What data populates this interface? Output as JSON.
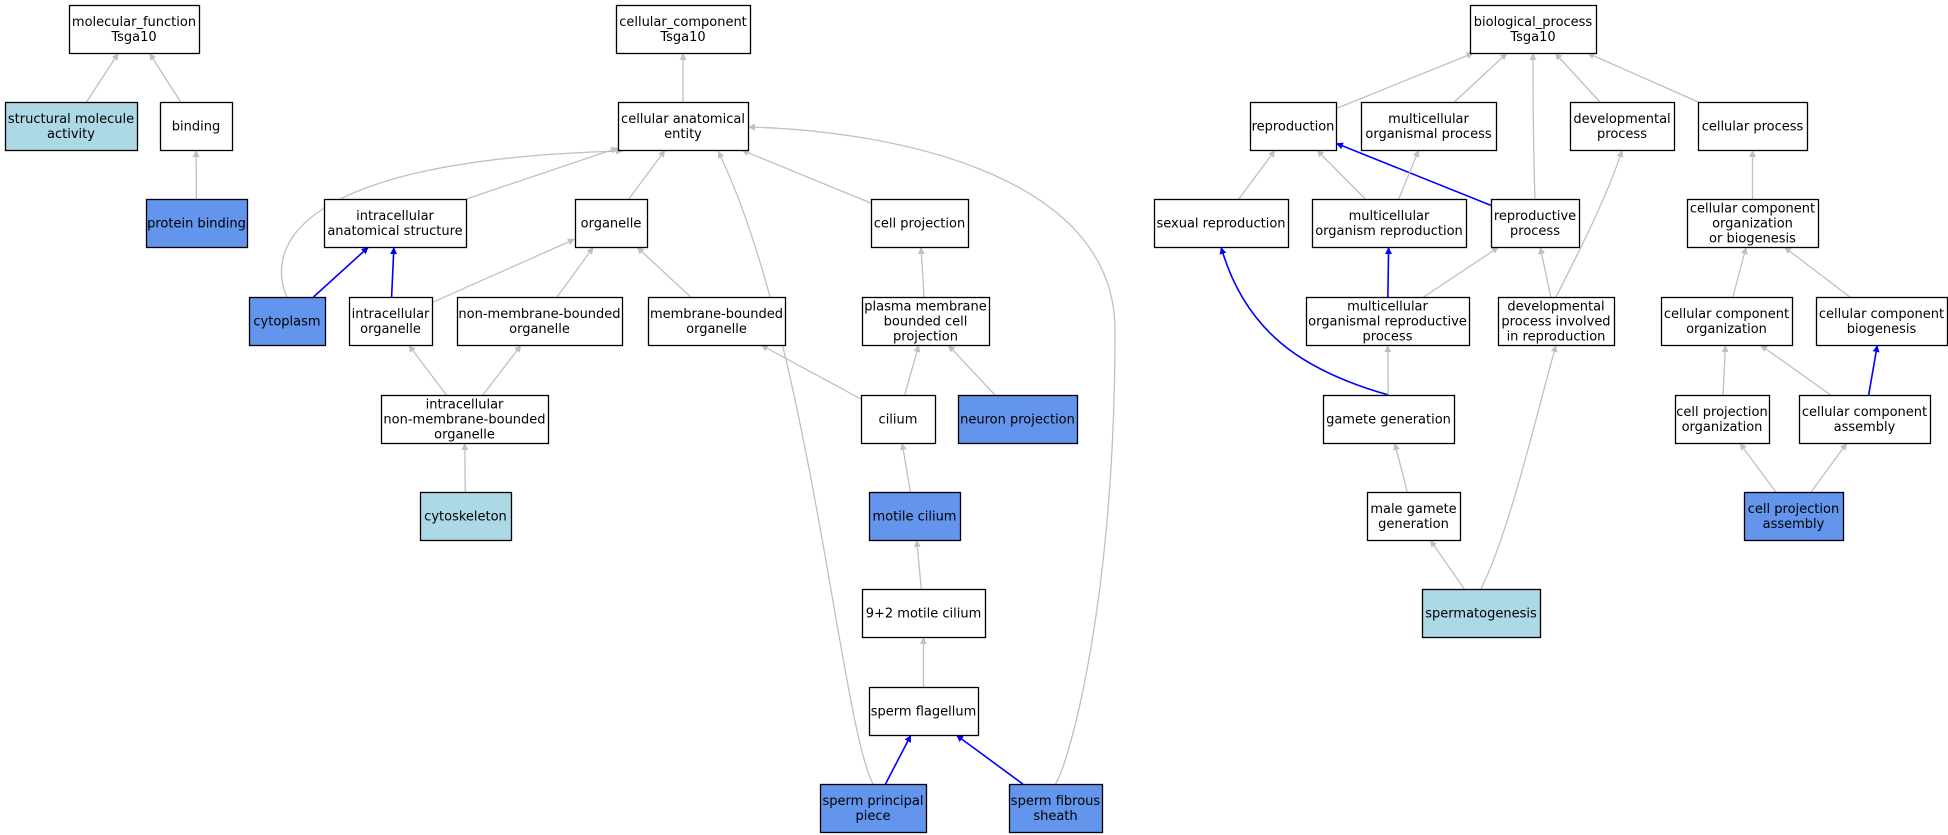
{
  "colors": {
    "white": "#ffffff",
    "light": "#add8e6",
    "dark": "#6495ed",
    "border": "#000000",
    "edge_gray": "#c0c0c0",
    "edge_blue": "#0000ff"
  },
  "nodes": [
    {
      "id": "mf",
      "lines": [
        "molecular_function",
        "Tsga10"
      ],
      "fill": "white"
    },
    {
      "id": "sma",
      "lines": [
        "structural molecule",
        "activity"
      ],
      "fill": "light"
    },
    {
      "id": "binding",
      "lines": [
        "binding"
      ],
      "fill": "white"
    },
    {
      "id": "pb",
      "lines": [
        "protein binding"
      ],
      "fill": "dark"
    },
    {
      "id": "cc",
      "lines": [
        "cellular_component",
        "Tsga10"
      ],
      "fill": "white"
    },
    {
      "id": "cae",
      "lines": [
        "cellular anatomical",
        "entity"
      ],
      "fill": "white"
    },
    {
      "id": "ias",
      "lines": [
        "intracellular",
        "anatomical structure"
      ],
      "fill": "white"
    },
    {
      "id": "organelle",
      "lines": [
        "organelle"
      ],
      "fill": "white"
    },
    {
      "id": "cellproj",
      "lines": [
        "cell projection"
      ],
      "fill": "white"
    },
    {
      "id": "cytoplasm",
      "lines": [
        "cytoplasm"
      ],
      "fill": "dark"
    },
    {
      "id": "io",
      "lines": [
        "intracellular",
        "organelle"
      ],
      "fill": "white"
    },
    {
      "id": "nmbo",
      "lines": [
        "non-membrane-bounded",
        "organelle"
      ],
      "fill": "white"
    },
    {
      "id": "mbo",
      "lines": [
        "membrane-bounded",
        "organelle"
      ],
      "fill": "white"
    },
    {
      "id": "pmbcp",
      "lines": [
        "plasma membrane",
        "bounded cell",
        "projection"
      ],
      "fill": "white"
    },
    {
      "id": "inmbo",
      "lines": [
        "intracellular",
        "non-membrane-bounded",
        "organelle"
      ],
      "fill": "white"
    },
    {
      "id": "cilium",
      "lines": [
        "cilium"
      ],
      "fill": "white"
    },
    {
      "id": "neuronproj",
      "lines": [
        "neuron projection"
      ],
      "fill": "dark"
    },
    {
      "id": "cytoskeleton",
      "lines": [
        "cytoskeleton"
      ],
      "fill": "light"
    },
    {
      "id": "motile",
      "lines": [
        "motile cilium"
      ],
      "fill": "dark"
    },
    {
      "id": "nineplustwo",
      "lines": [
        "9+2 motile cilium"
      ],
      "fill": "white"
    },
    {
      "id": "spermflag",
      "lines": [
        "sperm flagellum"
      ],
      "fill": "white"
    },
    {
      "id": "spp",
      "lines": [
        "sperm principal",
        "piece"
      ],
      "fill": "dark"
    },
    {
      "id": "sfs",
      "lines": [
        "sperm fibrous",
        "sheath"
      ],
      "fill": "dark"
    },
    {
      "id": "bp",
      "lines": [
        "biological_process",
        "Tsga10"
      ],
      "fill": "white"
    },
    {
      "id": "repro",
      "lines": [
        "reproduction"
      ],
      "fill": "white"
    },
    {
      "id": "mop",
      "lines": [
        "multicellular",
        "organismal process"
      ],
      "fill": "white"
    },
    {
      "id": "devproc",
      "lines": [
        "developmental",
        "process"
      ],
      "fill": "white"
    },
    {
      "id": "cellproc",
      "lines": [
        "cellular process"
      ],
      "fill": "white"
    },
    {
      "id": "sexrepro",
      "lines": [
        "sexual reproduction"
      ],
      "fill": "white"
    },
    {
      "id": "mor",
      "lines": [
        "multicellular",
        "organism reproduction"
      ],
      "fill": "white"
    },
    {
      "id": "reproproc",
      "lines": [
        "reproductive",
        "process"
      ],
      "fill": "white"
    },
    {
      "id": "ccob",
      "lines": [
        "cellular component",
        "organization",
        "or biogenesis"
      ],
      "fill": "white"
    },
    {
      "id": "morp",
      "lines": [
        "multicellular",
        "organismal reproductive",
        "process"
      ],
      "fill": "white"
    },
    {
      "id": "dpir",
      "lines": [
        "developmental",
        "process involved",
        "in reproduction"
      ],
      "fill": "white"
    },
    {
      "id": "cco",
      "lines": [
        "cellular component",
        "organization"
      ],
      "fill": "white"
    },
    {
      "id": "ccb",
      "lines": [
        "cellular component",
        "biogenesis"
      ],
      "fill": "white"
    },
    {
      "id": "gametegen",
      "lines": [
        "gamete generation"
      ],
      "fill": "white"
    },
    {
      "id": "cpo",
      "lines": [
        "cell projection",
        "organization"
      ],
      "fill": "white"
    },
    {
      "id": "cca",
      "lines": [
        "cellular component",
        "assembly"
      ],
      "fill": "white"
    },
    {
      "id": "mgg",
      "lines": [
        "male gamete",
        "generation"
      ],
      "fill": "white"
    },
    {
      "id": "cpa",
      "lines": [
        "cell projection",
        "assembly"
      ],
      "fill": "dark"
    },
    {
      "id": "spermatogenesis",
      "lines": [
        "spermatogenesis"
      ],
      "fill": "light"
    }
  ],
  "edges": [
    {
      "from": "sma",
      "to": "mf",
      "color": "gray"
    },
    {
      "from": "binding",
      "to": "mf",
      "color": "gray"
    },
    {
      "from": "pb",
      "to": "binding",
      "color": "gray"
    },
    {
      "from": "cae",
      "to": "cc",
      "color": "gray"
    },
    {
      "from": "ias",
      "to": "cae",
      "color": "gray"
    },
    {
      "from": "organelle",
      "to": "cae",
      "color": "gray"
    },
    {
      "from": "cellproj",
      "to": "cae",
      "color": "gray"
    },
    {
      "from": "cytoplasm",
      "to": "cae",
      "color": "gray"
    },
    {
      "from": "spp",
      "to": "cae",
      "color": "gray"
    },
    {
      "from": "sfs",
      "to": "cae",
      "color": "gray"
    },
    {
      "from": "cytoplasm",
      "to": "ias",
      "color": "blue"
    },
    {
      "from": "io",
      "to": "ias",
      "color": "blue"
    },
    {
      "from": "io",
      "to": "organelle",
      "color": "gray"
    },
    {
      "from": "nmbo",
      "to": "organelle",
      "color": "gray"
    },
    {
      "from": "mbo",
      "to": "organelle",
      "color": "gray"
    },
    {
      "from": "inmbo",
      "to": "io",
      "color": "gray"
    },
    {
      "from": "inmbo",
      "to": "nmbo",
      "color": "gray"
    },
    {
      "from": "cytoskeleton",
      "to": "inmbo",
      "color": "gray"
    },
    {
      "from": "pmbcp",
      "to": "cellproj",
      "color": "gray"
    },
    {
      "from": "cilium",
      "to": "pmbcp",
      "color": "gray"
    },
    {
      "from": "neuronproj",
      "to": "pmbcp",
      "color": "gray"
    },
    {
      "from": "cilium",
      "to": "mbo",
      "color": "gray"
    },
    {
      "from": "motile",
      "to": "cilium",
      "color": "gray"
    },
    {
      "from": "nineplustwo",
      "to": "motile",
      "color": "gray"
    },
    {
      "from": "spermflag",
      "to": "nineplustwo",
      "color": "gray"
    },
    {
      "from": "spp",
      "to": "spermflag",
      "color": "blue"
    },
    {
      "from": "sfs",
      "to": "spermflag",
      "color": "blue"
    },
    {
      "from": "repro",
      "to": "bp",
      "color": "gray"
    },
    {
      "from": "mop",
      "to": "bp",
      "color": "gray"
    },
    {
      "from": "reproproc",
      "to": "bp",
      "color": "gray"
    },
    {
      "from": "devproc",
      "to": "bp",
      "color": "gray"
    },
    {
      "from": "cellproc",
      "to": "bp",
      "color": "gray"
    },
    {
      "from": "sexrepro",
      "to": "repro",
      "color": "gray"
    },
    {
      "from": "mor",
      "to": "repro",
      "color": "gray"
    },
    {
      "from": "reproproc",
      "to": "repro",
      "color": "blue"
    },
    {
      "from": "mor",
      "to": "mop",
      "color": "gray"
    },
    {
      "from": "morp",
      "to": "mor",
      "color": "blue"
    },
    {
      "from": "morp",
      "to": "reproproc",
      "color": "gray"
    },
    {
      "from": "dpir",
      "to": "reproproc",
      "color": "gray"
    },
    {
      "from": "dpir",
      "to": "devproc",
      "color": "gray"
    },
    {
      "from": "gametegen",
      "to": "sexrepro",
      "color": "blue"
    },
    {
      "from": "gametegen",
      "to": "morp",
      "color": "gray"
    },
    {
      "from": "mgg",
      "to": "gametegen",
      "color": "gray"
    },
    {
      "from": "spermatogenesis",
      "to": "mgg",
      "color": "gray"
    },
    {
      "from": "spermatogenesis",
      "to": "dpir",
      "color": "gray"
    },
    {
      "from": "ccob",
      "to": "cellproc",
      "color": "gray"
    },
    {
      "from": "cco",
      "to": "ccob",
      "color": "gray"
    },
    {
      "from": "ccb",
      "to": "ccob",
      "color": "gray"
    },
    {
      "from": "cpo",
      "to": "cco",
      "color": "gray"
    },
    {
      "from": "cca",
      "to": "cco",
      "color": "gray"
    },
    {
      "from": "cca",
      "to": "ccb",
      "color": "blue"
    },
    {
      "from": "cpa",
      "to": "cpo",
      "color": "gray"
    },
    {
      "from": "cpa",
      "to": "cca",
      "color": "gray"
    }
  ]
}
